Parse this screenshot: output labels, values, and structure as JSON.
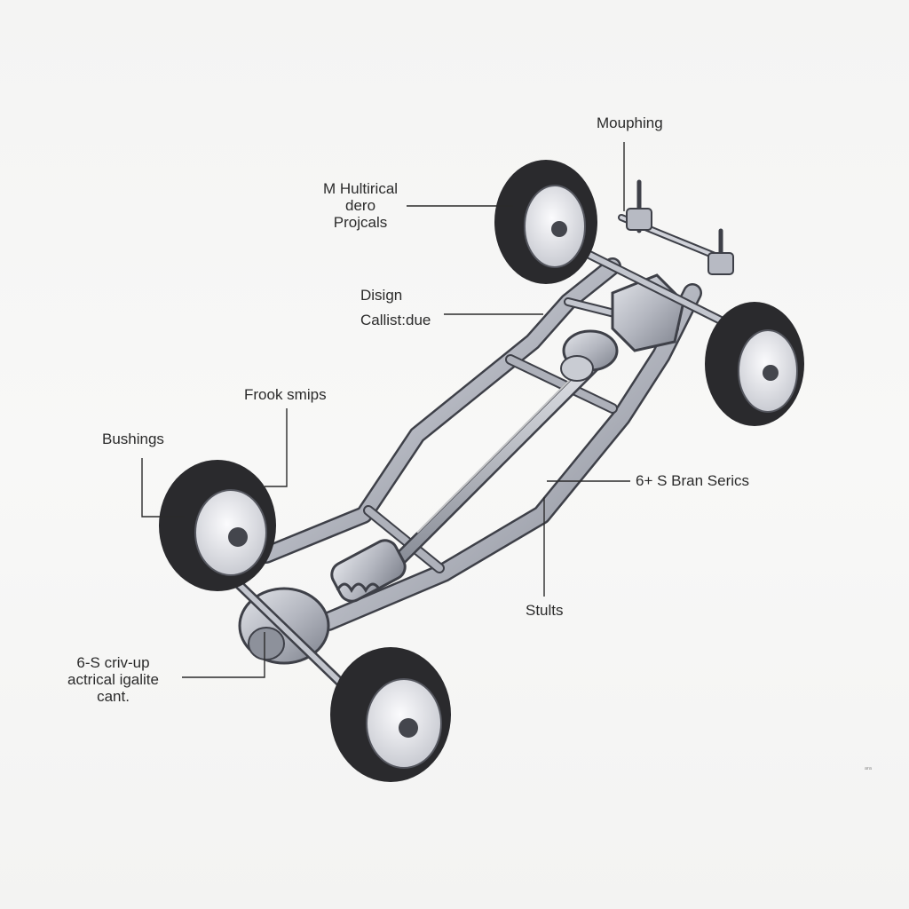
{
  "labels": {
    "mouphing": "Mouphing",
    "multirical": "M Hultirical\ndero\nProjcals",
    "disign": "Disign",
    "callistdue": "Callist:due",
    "frook_smips": "Frook smips",
    "bushings": "Bushings",
    "brand_series": "6+ S Bran Serics",
    "stults": "Stults",
    "criv_up": "6-S criv-up\nactrical igalite\ncant."
  },
  "corner_mark": "ᵃʳᵃ",
  "colors": {
    "background": "#f7f7f6",
    "frame_metal": "#b9bcc4",
    "frame_edge": "#3e4048",
    "tire": "#2a2a2d",
    "rim": "#e8e9ee",
    "leader_line": "#2b2b2b"
  },
  "icons": [
    "chassis-frame-illustration",
    "wheel-icon",
    "driveshaft-icon",
    "differential-icon"
  ]
}
